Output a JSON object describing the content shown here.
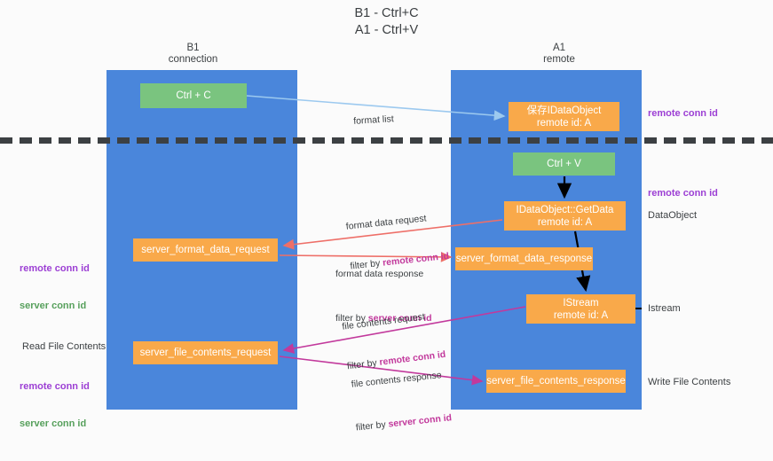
{
  "title": "B1 - Ctrl+C\nA1 - Ctrl+V",
  "columns": {
    "left": "B1\nconnection",
    "right": "A1\nremote"
  },
  "nodes": {
    "ctrl_c": "Ctrl + C",
    "save_idataobject_l1": "保存IDataObject",
    "save_idataobject_l2": "remote id: A",
    "ctrl_v": "Ctrl + V",
    "getdata_l1": "IDataObject::GetData",
    "getdata_l2": "remote id: A",
    "server_format_data_response": "server_format_data_response",
    "istream_l1": "IStream",
    "istream_l2": "remote id: A",
    "server_format_data_request": "server_format_data_request",
    "server_file_contents_request": "server_file_contents_request",
    "server_file_contents_response": "server_file_contents_response"
  },
  "edge_labels": {
    "format_list": "format list",
    "format_data_request": "format data request",
    "format_data_request_filter_prefix": "filter by ",
    "format_data_request_filter_key": "remote conn id",
    "format_data_response": "format data response",
    "format_data_response_filter_prefix": "filter by ",
    "format_data_response_filter_key": "server conn id",
    "file_contents_request": "file contents request",
    "file_contents_request_filter_prefix": "filter by ",
    "file_contents_request_filter_key": "remote conn id",
    "file_contents_response": "file contents response",
    "file_contents_response_filter_prefix": "filter by ",
    "file_contents_response_filter_key": "server conn id"
  },
  "annotations": {
    "remote_conn_id_top": "remote conn id",
    "remote_conn_id_mid": "remote conn id",
    "data_object": "DataObject",
    "istream": "Istream",
    "write_file_contents": "Write File Contents",
    "read_file_contents": "Read File Contents",
    "left_remote_conn_id_1": "remote conn id",
    "left_server_conn_id_1": "server conn id",
    "left_remote_conn_id_2": "remote conn id",
    "left_server_conn_id_2": "server conn id"
  },
  "colors": {
    "lane": "#4a86db",
    "green_node": "#7ac47f",
    "orange_node": "#f9a94a",
    "purple": "#9c3fd4",
    "green_text": "#57a05c",
    "magenta": "#c2399c",
    "arrow_blue": "#9cc9ef",
    "arrow_red": "#ee6f68",
    "arrow_black": "#000000",
    "divider": "#3c4043",
    "background": "#fbfbfb"
  }
}
